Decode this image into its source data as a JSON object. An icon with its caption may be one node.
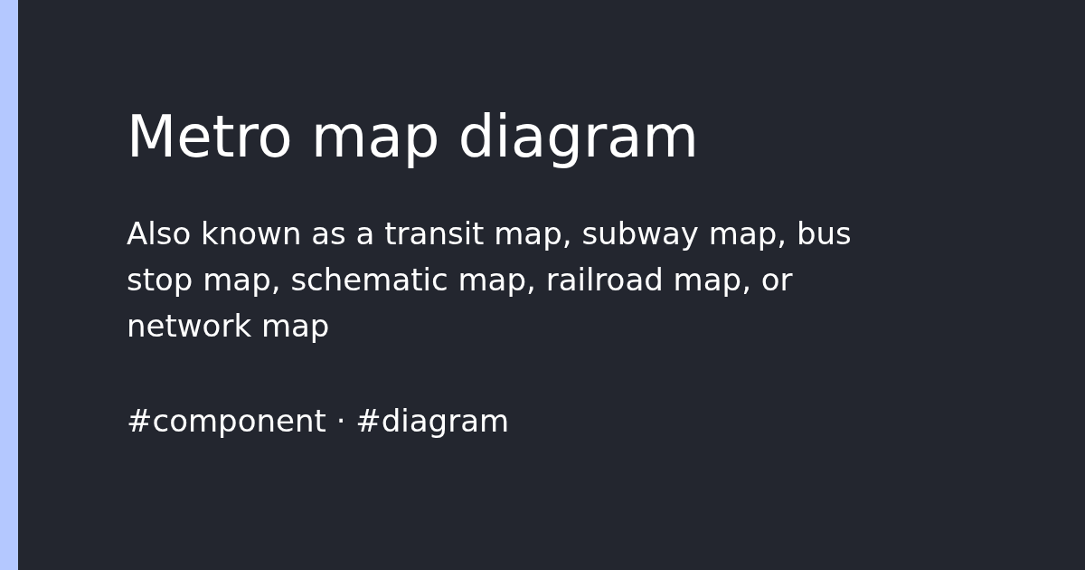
{
  "diagram": {
    "title": "Metro map diagram",
    "labels": [
      "Also known as a transit map, subway map, bus stop map, schematic map, railroad map, or network map",
      "#component · #diagram"
    ]
  }
}
